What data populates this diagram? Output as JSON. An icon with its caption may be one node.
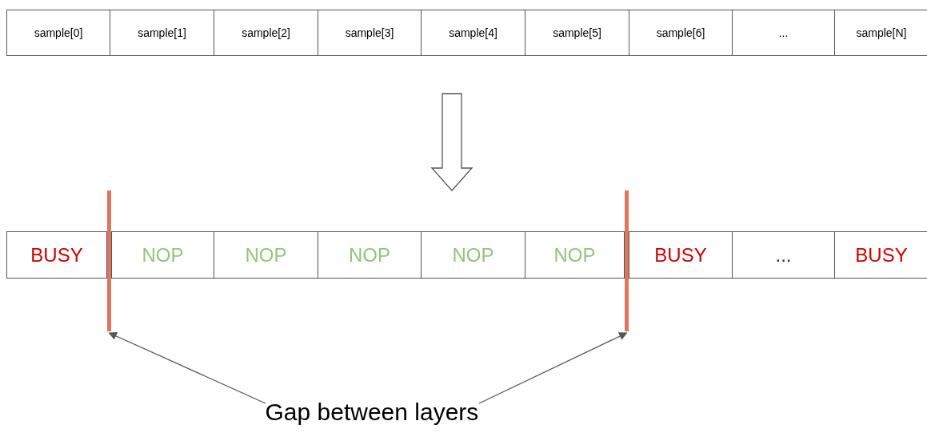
{
  "diagram": {
    "nodes": [
      {
        "text": [
          "sample[0]"
        ]
      },
      {
        "text": [
          "sample[1]"
        ]
      },
      {
        "text": [
          "sample[2]"
        ]
      },
      {
        "text": [
          "sample[3]"
        ]
      },
      {
        "text": [
          "sample[4]"
        ]
      },
      {
        "text": [
          "sample[5]"
        ]
      },
      {
        "text": [
          "sample[6]"
        ]
      },
      {
        "text": [
          "..."
        ]
      },
      {
        "text": [
          "sample[N]"
        ]
      },
      {
        "text": [],
        "shape": "bar"
      },
      {
        "text": [],
        "shape": "bar"
      },
      {
        "text": [
          "BUSY"
        ]
      },
      {
        "text": [
          "NOP"
        ]
      },
      {
        "text": [
          "NOP"
        ]
      },
      {
        "text": [
          "NOP"
        ]
      },
      {
        "text": [
          "NOP"
        ]
      },
      {
        "text": [
          "NOP"
        ]
      },
      {
        "text": [
          "BUSY"
        ]
      },
      {
        "text": [
          "..."
        ]
      },
      {
        "text": [
          "BUSY"
        ]
      },
      {
        "text": [
          "Gap between layers"
        ]
      }
    ],
    "edges": [
      {
        "from": 20,
        "to": 9,
        "arrow": "to"
      },
      {
        "from": 20,
        "to": 10,
        "arrow": "to"
      }
    ]
  }
}
